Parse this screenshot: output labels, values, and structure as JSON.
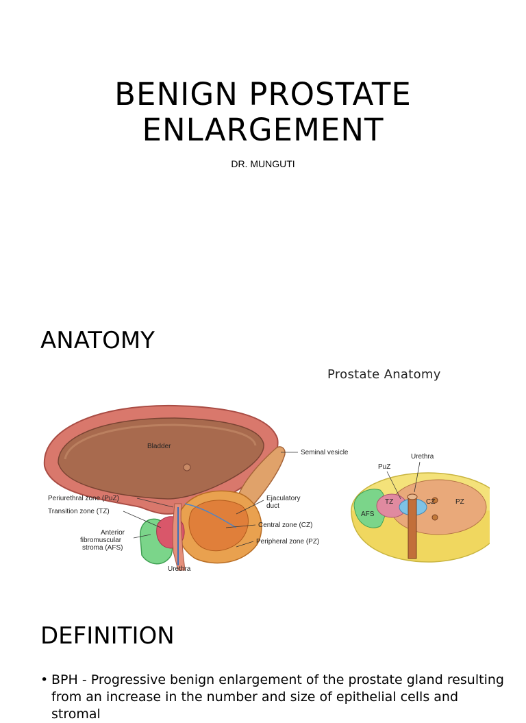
{
  "slide1": {
    "title_line1": "BENIGN PROSTATE",
    "title_line2": "ENLARGEMENT",
    "subtitle": "DR. MUNGUTI"
  },
  "slide2": {
    "heading": "ANATOMY",
    "figure_title": "Prostate Anatomy",
    "labels": {
      "bladder": "Bladder",
      "seminal_vesicle": "Seminal vesicle",
      "ejaculatory_duct_1": "Ejaculatory",
      "ejaculatory_duct_2": "duct",
      "central_zone": "Central zone (CZ)",
      "peripheral_zone": "Peripheral zone (PZ)",
      "periurethral_zone": "Periurethral zone (PuZ)",
      "transition_zone": "Transition zone (TZ)",
      "afs_1": "Anterior",
      "afs_2": "fibromuscular",
      "afs_3": "stroma (AFS)",
      "urethra_left": "Urethra",
      "urethra_right": "Urethra",
      "puz": "PuZ",
      "tz": "TZ",
      "cz": "CZ",
      "pz": "PZ",
      "afs": "AFS"
    }
  },
  "slide3": {
    "heading": "DEFINITION",
    "bullets": [
      {
        "line1": "BPH - Progressive benign enlargement of the prostate gland resulting",
        "line2": "from an increase in the number and size of epithelial cells and stromal"
      }
    ]
  }
}
